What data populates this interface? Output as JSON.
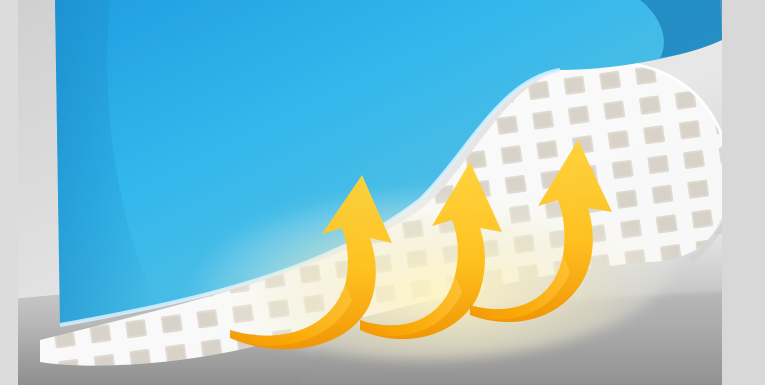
{
  "colors": {
    "background": "#d6d6d6",
    "floor_light": "#e4e4e4",
    "floor_dark": "#8e8e8e",
    "film_blue": "#2ab0e6",
    "film_blue_deep": "#1c88c6",
    "film_glow": "#fff6c8",
    "mesh_base": "#ffffff",
    "mesh_cell": "#d9d2c4",
    "arrow_light": "#ffd84a",
    "arrow_mid": "#ffc21a",
    "arrow_dark": "#f39b00"
  },
  "icons": {
    "arrow_style": "curved-up-arrow",
    "arrow_count": 3,
    "mesh_pattern": "square-grid-perforated-sheet"
  }
}
